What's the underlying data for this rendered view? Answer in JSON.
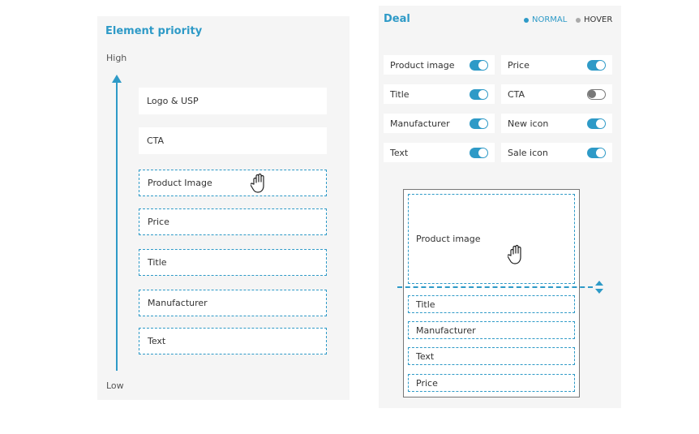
{
  "priority": {
    "title": "Element priority",
    "axis_high": "High",
    "axis_low": "Low",
    "items": [
      "Logo & USP",
      "CTA",
      "Product Image",
      "Price",
      "Title",
      "Manufacturer",
      "Text"
    ]
  },
  "deal": {
    "title": "Deal",
    "states": {
      "normal": "NORMAL",
      "hover": "HOVER",
      "active": "NORMAL"
    },
    "toggles": [
      {
        "label": "Product image",
        "on": true
      },
      {
        "label": "Price",
        "on": true
      },
      {
        "label": "Title",
        "on": true
      },
      {
        "label": "CTA",
        "on": false
      },
      {
        "label": "Manufacturer",
        "on": true
      },
      {
        "label": "New icon",
        "on": true
      },
      {
        "label": "Text",
        "on": true
      },
      {
        "label": "Sale icon",
        "on": true
      }
    ],
    "preview": {
      "image_label": "Product image",
      "items": [
        "Title",
        "Manufacturer",
        "Text",
        "Price"
      ]
    }
  },
  "colors": {
    "accent": "#2e9ac7",
    "panel_bg": "#f5f5f5",
    "toggle_off": "#777777"
  },
  "icons": {
    "cursor": "grab-hand-icon",
    "resize": "resize-vertical-icon"
  }
}
